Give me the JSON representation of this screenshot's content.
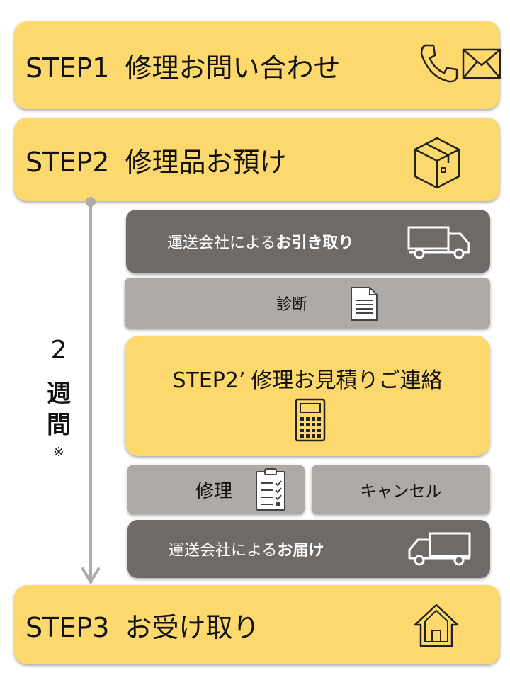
{
  "steps": {
    "step1": {
      "num": "STEP1",
      "title": "修理お問い合わせ"
    },
    "step2": {
      "num": "STEP2",
      "title": "修理品お預け"
    },
    "step2p": {
      "num": "STEP2’",
      "title": "修理お見積りご連絡"
    },
    "step3": {
      "num": "STEP3",
      "title": "お受け取り"
    }
  },
  "process": {
    "pickup": {
      "prefix": "運送会社による",
      "bold": "お引き取り"
    },
    "diagnosis": "診断",
    "repair": "修理",
    "cancel": "キャンセル",
    "delivery": {
      "prefix": "運送会社による",
      "bold": "お届け"
    }
  },
  "duration": {
    "num": "2",
    "char1": "週",
    "char2": "間",
    "note": "※"
  },
  "colors": {
    "step": "#fdd86d",
    "dark": "#6d6a67",
    "light": "#aeaaa7",
    "arrow": "#aeaaa7"
  },
  "icons": [
    "phone-icon",
    "mail-icon",
    "package-icon",
    "truck-icon",
    "document-icon",
    "calculator-icon",
    "clipboard-checklist-icon",
    "delivery-truck-icon",
    "house-icon"
  ]
}
